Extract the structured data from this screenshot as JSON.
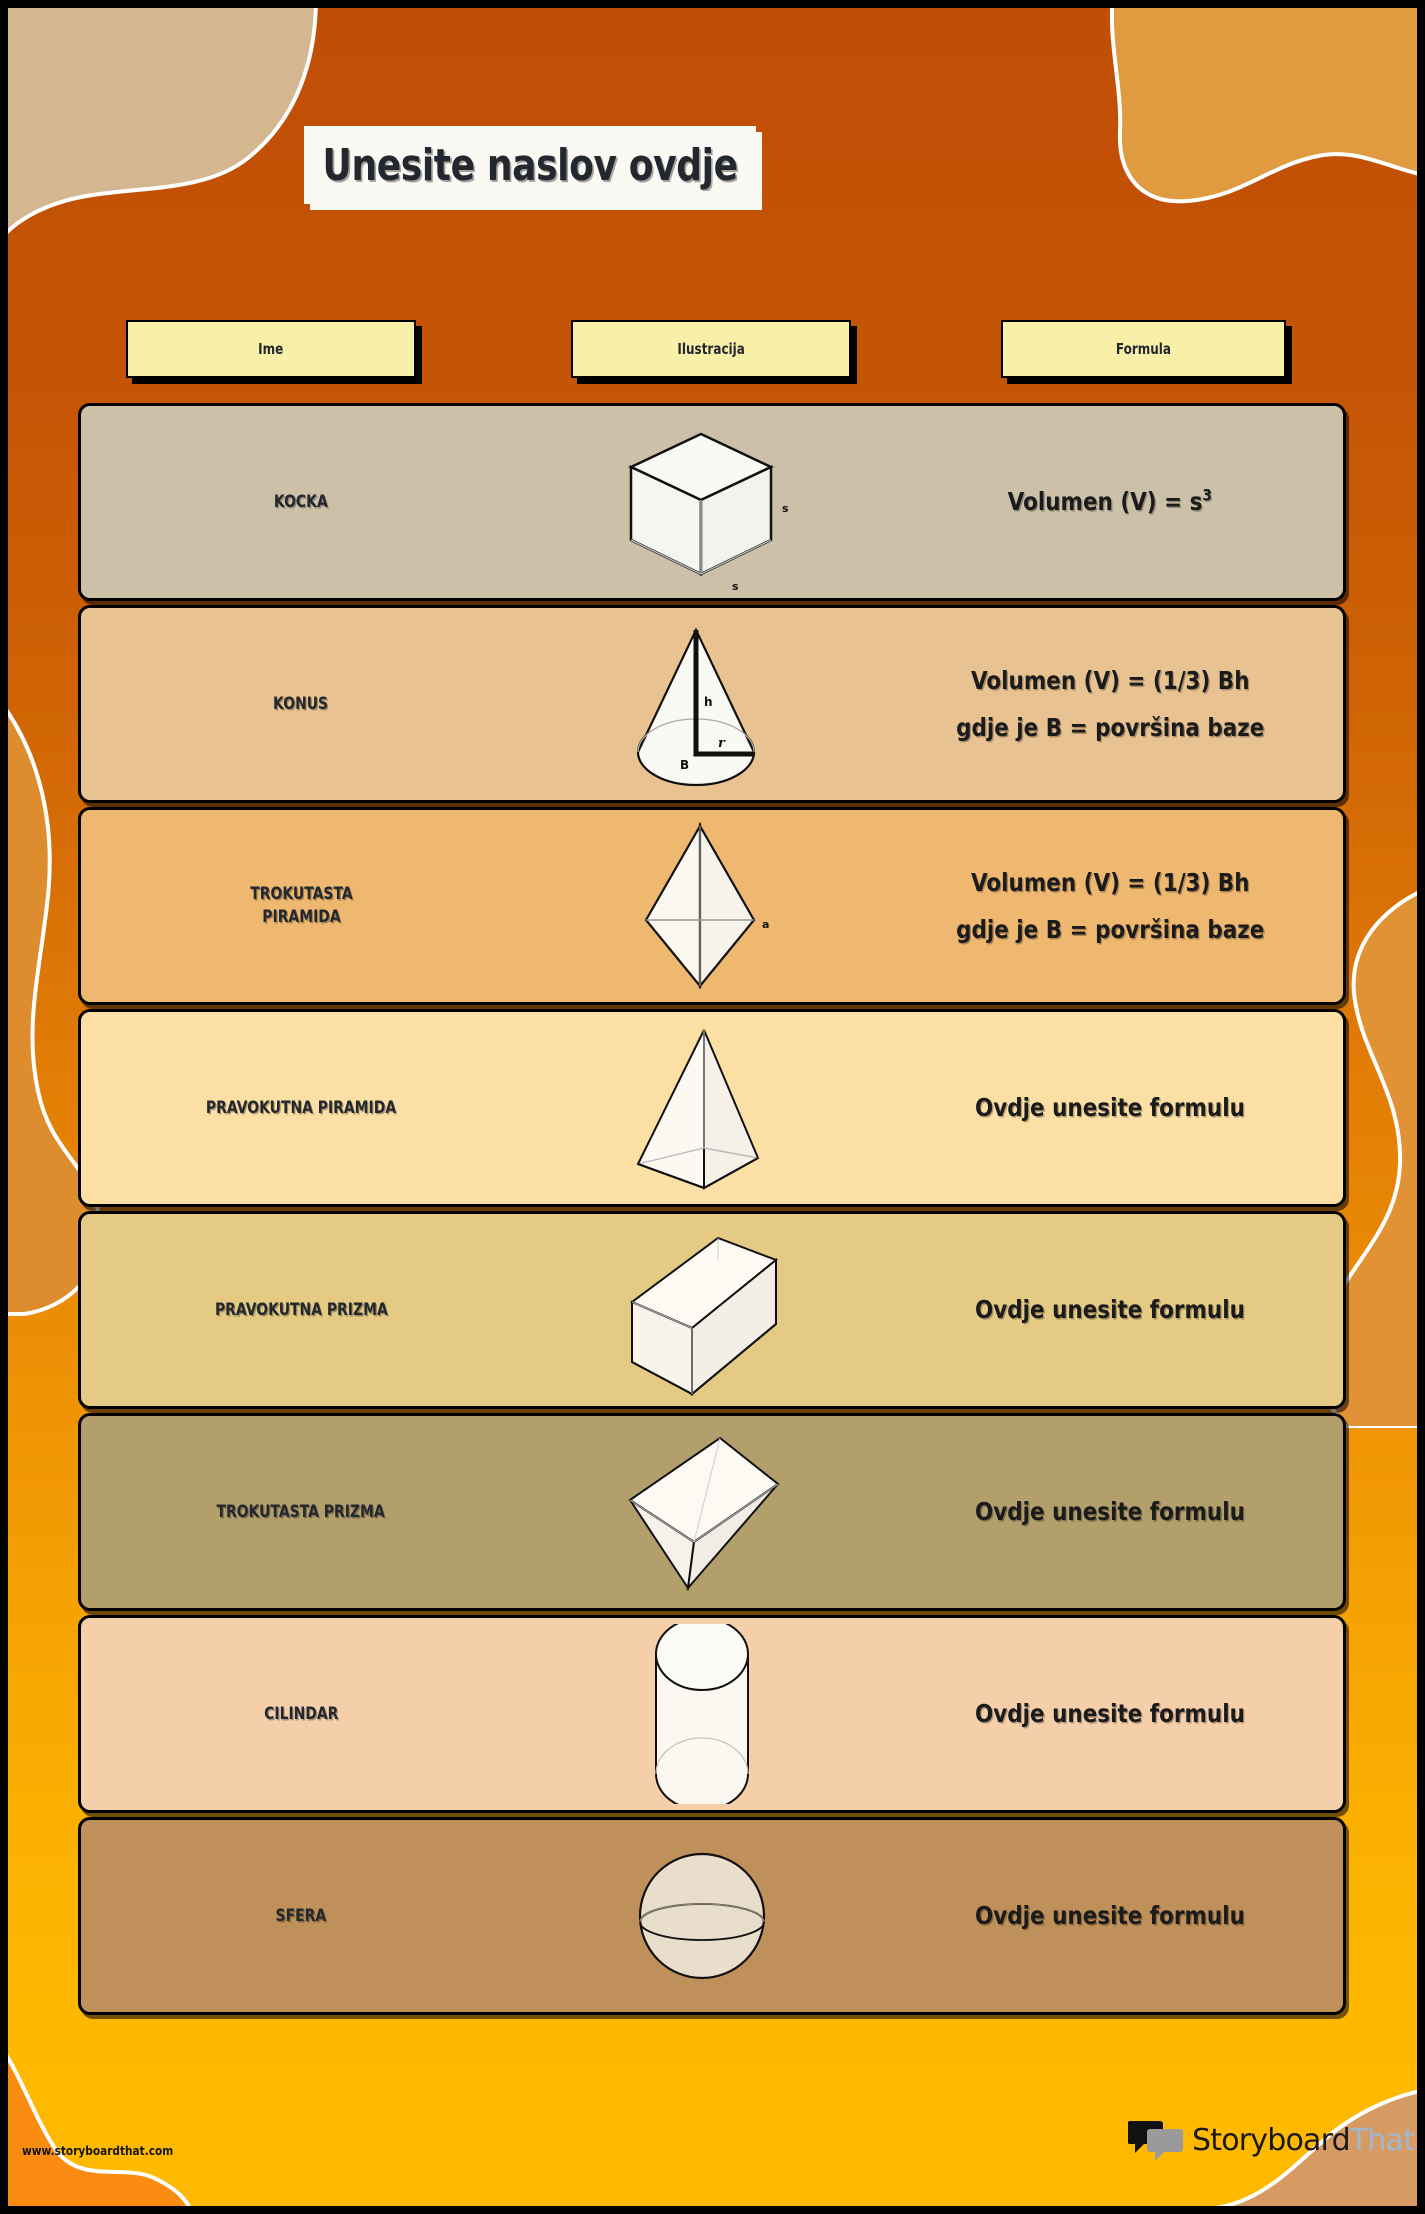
{
  "poster": {
    "title": "Unesite naslov ovdje",
    "background_colors": {
      "top": "#c04e06",
      "bottom": "#ffba00",
      "blob_top_left": "#d4b791",
      "blob_top_right": "#e09b41",
      "blob_left": "#dd8d2e",
      "blob_right": "#e19235",
      "blob_bottom_left": "#fb8c12",
      "blob_bottom_right": "#d89a63",
      "blob_outline": "#ffffff"
    }
  },
  "headers": [
    {
      "label": "Ime"
    },
    {
      "label": "Ilustracija"
    },
    {
      "label": "Formula"
    }
  ],
  "rows": [
    {
      "name": "KOCKA",
      "name_line2": "",
      "icon": "cube-icon",
      "labels": [
        "s",
        "s"
      ],
      "formula_line1": "Volumen (V) = s",
      "formula_exponent": "3",
      "formula_line2": "",
      "bg": "#cdc0a8"
    },
    {
      "name": "KONUS",
      "name_line2": "",
      "icon": "cone-icon",
      "labels": [
        "h",
        "r",
        "B"
      ],
      "formula_line1": "Volumen (V) = (1/3) Bh",
      "formula_exponent": "",
      "formula_line2": "gdje je B = površina baze",
      "bg": "#e8c391"
    },
    {
      "name": "TROKUTASTA",
      "name_line2": "PIRAMIDA",
      "icon": "triangular-pyramid-icon",
      "labels": [
        "a"
      ],
      "formula_line1": "Volumen (V) = (1/3) Bh",
      "formula_exponent": "",
      "formula_line2": "gdje je B = površina baze",
      "bg": "#efb871"
    },
    {
      "name": "PRAVOKUTNA PIRAMIDA",
      "name_line2": "",
      "icon": "rectangular-pyramid-icon",
      "labels": [],
      "formula_line1": "Ovdje unesite formulu",
      "formula_exponent": "",
      "formula_line2": "",
      "bg": "#fcdfa4"
    },
    {
      "name": "PRAVOKUTNA PRIZMA",
      "name_line2": "",
      "icon": "rectangular-prism-icon",
      "labels": [],
      "formula_line1": "Ovdje unesite formulu",
      "formula_exponent": "",
      "formula_line2": "",
      "bg": "#e5ca84"
    },
    {
      "name": "TROKUTASTA PRIZMA",
      "name_line2": "",
      "icon": "triangular-prism-icon",
      "labels": [],
      "formula_line1": "Ovdje unesite formulu",
      "formula_exponent": "",
      "formula_line2": "",
      "bg": "#b39f6b"
    },
    {
      "name": "CILINDAR",
      "name_line2": "",
      "icon": "cylinder-icon",
      "labels": [],
      "formula_line1": "Ovdje unesite formulu",
      "formula_exponent": "",
      "formula_line2": "",
      "bg": "#f4cfaa"
    },
    {
      "name": "SFERA",
      "name_line2": "",
      "icon": "sphere-icon",
      "labels": [],
      "formula_line1": "Ovdje unesite formulu",
      "formula_exponent": "",
      "formula_line2": "",
      "bg": "#bf9059"
    }
  ],
  "footer": {
    "url": "www.storyboardthat.com",
    "logo_primary": "Storyboard",
    "logo_secondary": "That"
  }
}
